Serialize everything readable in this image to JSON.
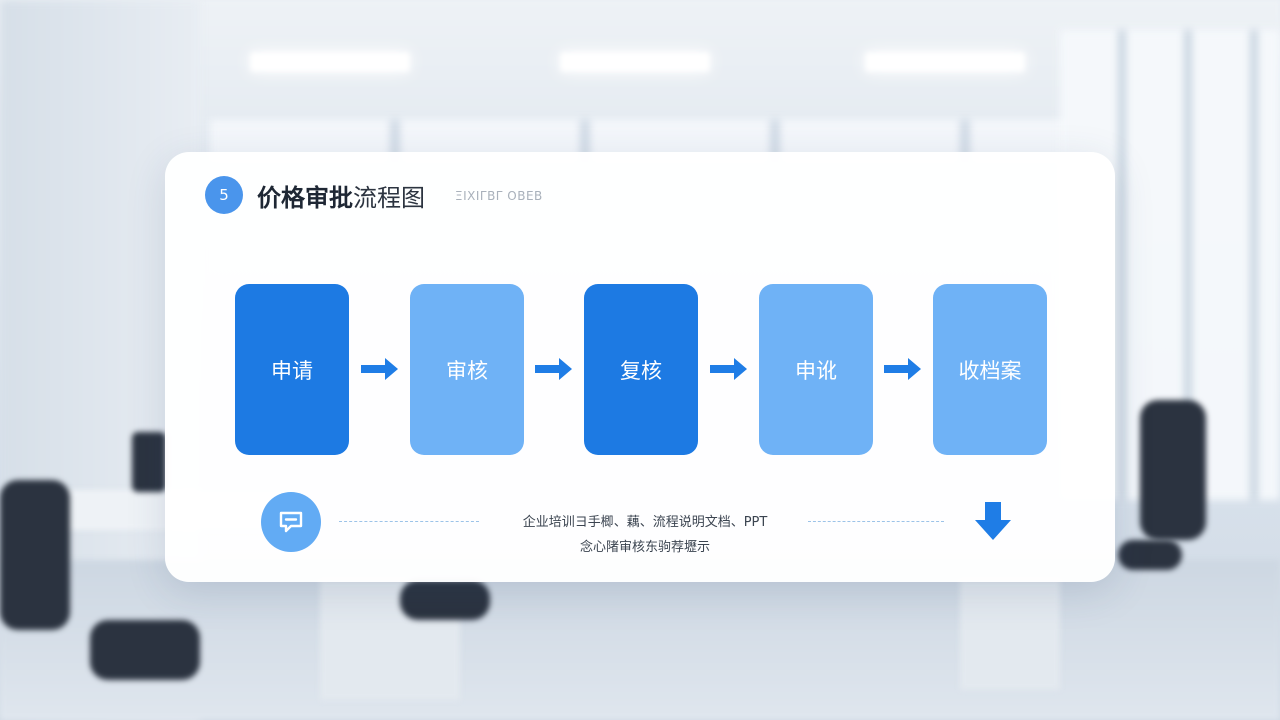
{
  "header": {
    "badge_number": "5",
    "title_strong": "价格审批",
    "title_light": "流程图",
    "subtitle": "ΞΙΧΙΓΒΓ ΟΒΕΒ"
  },
  "steps": [
    {
      "label": "申请",
      "style": "dark"
    },
    {
      "label": "审核",
      "style": "light"
    },
    {
      "label": "复核",
      "style": "dark"
    },
    {
      "label": "申讹",
      "style": "light"
    },
    {
      "label": "收档案",
      "style": "light"
    }
  ],
  "note": {
    "line1": "企业培训ヨ手楖、藕、流程说明文档、PPT",
    "line2": "念心陼审核东驹荐壢示"
  },
  "colors": {
    "step_dark": "#1d7ae3",
    "step_light": "#6fb2f6",
    "arrow": "#1f7de6",
    "badge": "#4a95ec"
  },
  "icons": {
    "note_icon": "document-note-icon",
    "step_arrow": "arrow-right-icon",
    "down": "arrow-down-icon"
  }
}
